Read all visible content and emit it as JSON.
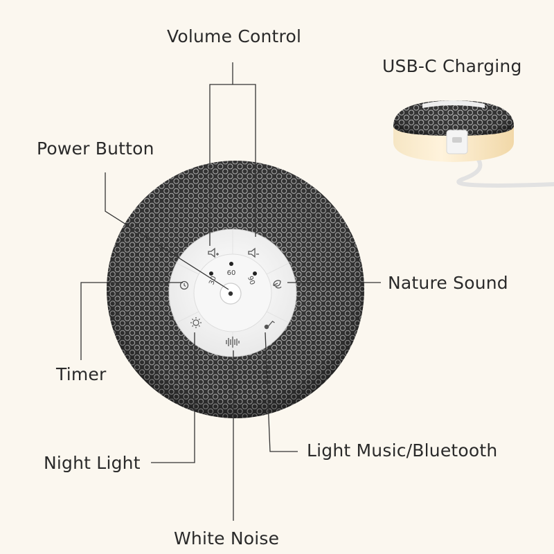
{
  "labels": {
    "volume_control": "Volume Control",
    "usbc_charging": "USB-C Charging",
    "power_button": "Power Button",
    "nature_sound": "Nature Sound",
    "timer": "Timer",
    "light_music_bluetooth": "Light Music/Bluetooth",
    "night_light": "Night Light",
    "white_noise": "White Noise"
  },
  "timer_marks": {
    "t30": "30",
    "t60": "60",
    "t90": "90"
  },
  "icons": {
    "volume_up": "speaker-plus-icon",
    "volume_down": "speaker-minus-icon",
    "timer": "clock-icon",
    "nature": "leaf-icon",
    "night_light": "sun-icon",
    "light_music": "music-note-icon",
    "white_noise": "sound-wave-icon",
    "power": "power-icon"
  },
  "colors": {
    "background": "#fbf7ef",
    "speaker_body": "#3b3b3b",
    "mesh": "#d7d7d7",
    "control_panel": "#ffffff",
    "text": "#2a2a2a",
    "leader_line": "#333333",
    "glow": "#f3d9a6"
  }
}
